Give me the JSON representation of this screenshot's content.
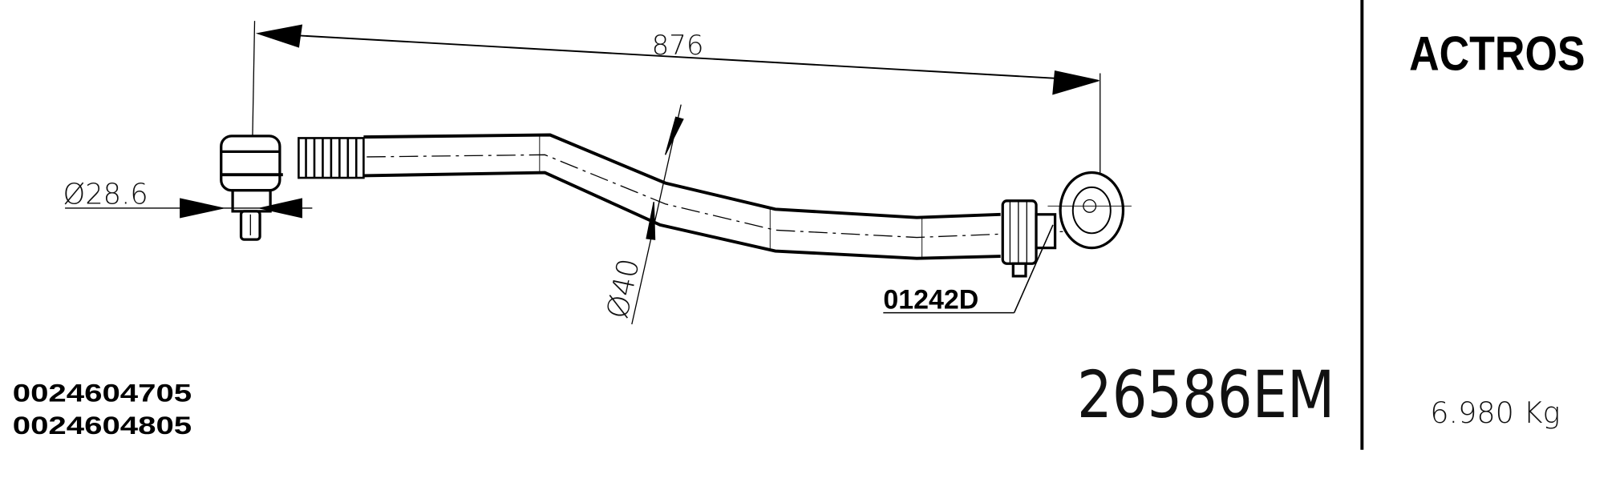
{
  "drawing": {
    "overall_length": "876",
    "ball_stud_diameter": "Ø28.6",
    "tube_diameter": "Ø40",
    "tie_rod_end_ref": "01242D"
  },
  "info": {
    "model": "ACTROS",
    "part_number": "26586EM",
    "weight": "6.980 Kg",
    "oe_numbers": [
      "0024604705",
      "0024604805"
    ]
  }
}
